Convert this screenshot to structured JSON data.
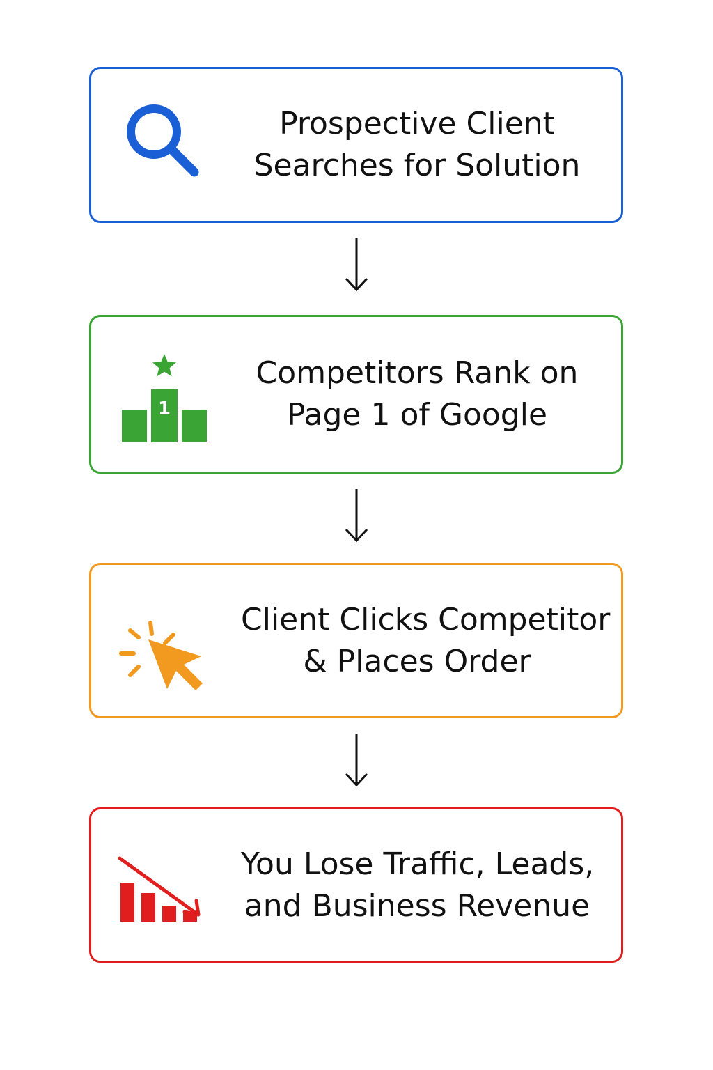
{
  "steps": [
    {
      "line1": "Prospective Client",
      "line2": "Searches for Solution",
      "icon": "search-icon",
      "color": "#1a5fd6"
    },
    {
      "line1": "Competitors Rank on",
      "line2": "Page 1 of Google",
      "icon": "podium-icon",
      "color": "#3aa535",
      "icon_text": "1"
    },
    {
      "line1": "Client Clicks Competitor",
      "line2": "& Places Order",
      "icon": "click-cursor-icon",
      "color": "#f29a1f"
    },
    {
      "line1": "You Lose Traffic, Leads,",
      "line2": "and Business Revenue",
      "icon": "declining-chart-icon",
      "color": "#e01e1e"
    }
  ],
  "connector_icon": "arrow-down-icon"
}
